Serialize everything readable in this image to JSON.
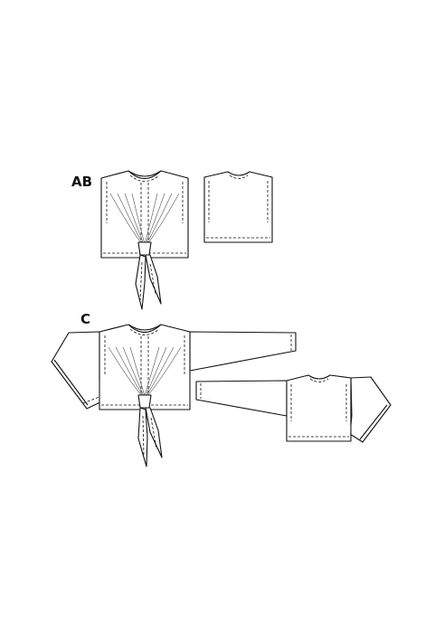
{
  "labels": {
    "ab": "AB",
    "c": "C"
  },
  "views": [
    {
      "name": "AB",
      "side": "front"
    },
    {
      "name": "AB",
      "side": "back"
    },
    {
      "name": "C",
      "side": "front"
    },
    {
      "name": "C",
      "side": "back"
    }
  ],
  "colors": {
    "line": "#111111",
    "background": "#ffffff"
  }
}
